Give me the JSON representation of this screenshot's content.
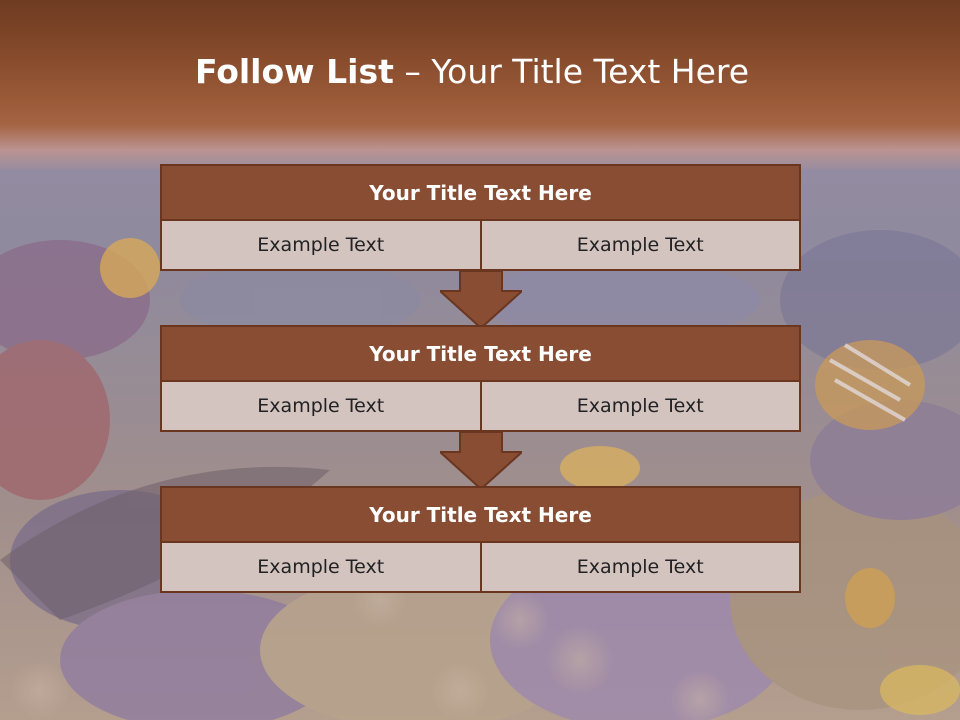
{
  "slide": {
    "title_bold": "Follow List",
    "title_rest": " – Your Title Text Here"
  },
  "blocks": [
    {
      "title": "Your Title Text Here",
      "left": "Example Text",
      "right": "Example Text"
    },
    {
      "title": "Your Title Text Here",
      "left": "Example Text",
      "right": "Example Text"
    },
    {
      "title": "Your Title Text Here",
      "left": "Example Text",
      "right": "Example Text"
    }
  ],
  "colors": {
    "header_brown": "#7f4628",
    "block_head": "#884d33",
    "block_border": "#6b3620",
    "cell_fill": "#d3c4c0"
  }
}
